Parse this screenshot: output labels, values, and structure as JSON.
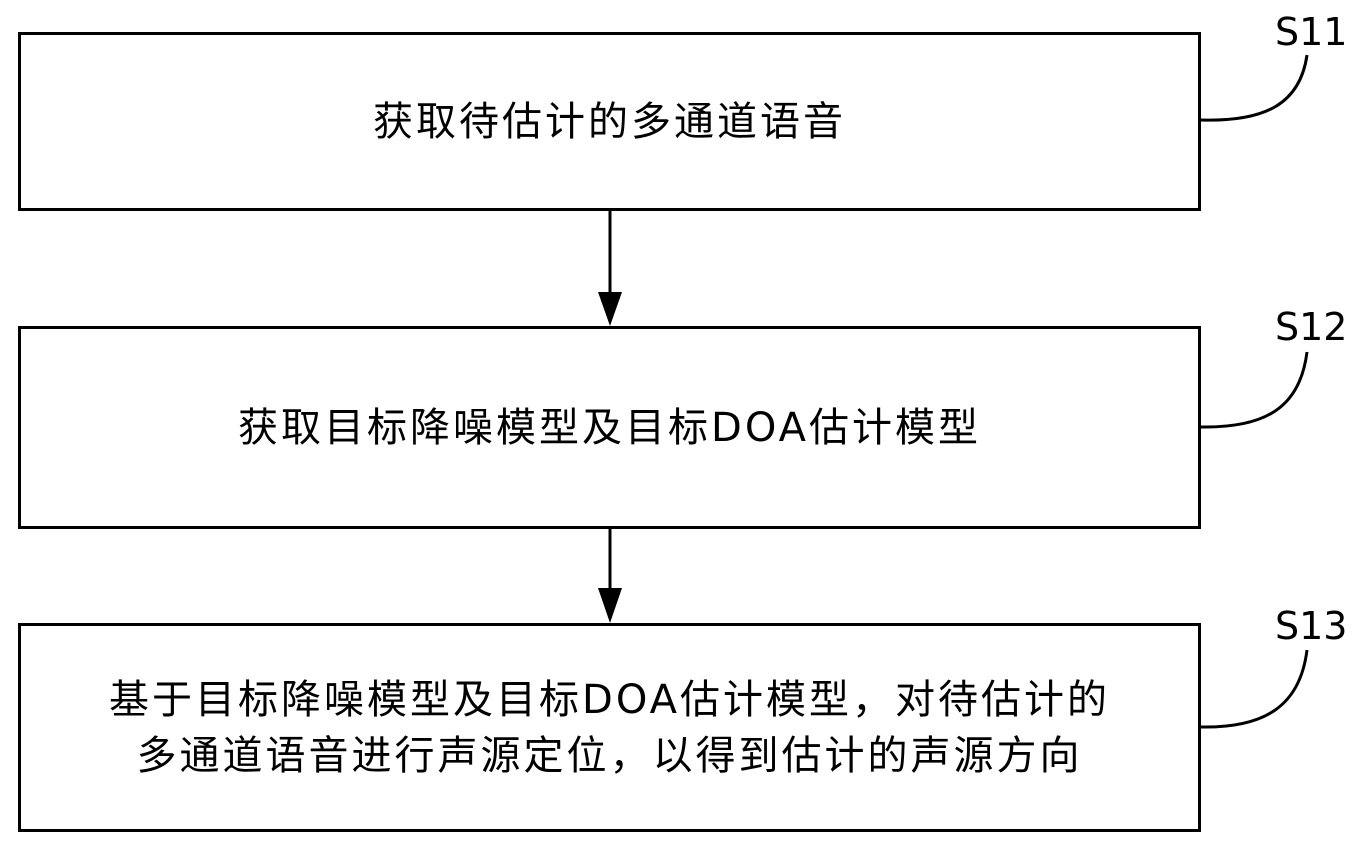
{
  "steps": [
    {
      "id": "S11",
      "text": "获取待估计的多通道语音"
    },
    {
      "id": "S12",
      "text": "获取目标降噪模型及目标DOA估计模型"
    },
    {
      "id": "S13",
      "text": "基于目标降噪模型及目标DOA估计模型，对待估计的\n多通道语音进行声源定位，以得到估计的声源方向"
    }
  ],
  "colors": {
    "stroke": "#000000",
    "background": "#ffffff"
  }
}
